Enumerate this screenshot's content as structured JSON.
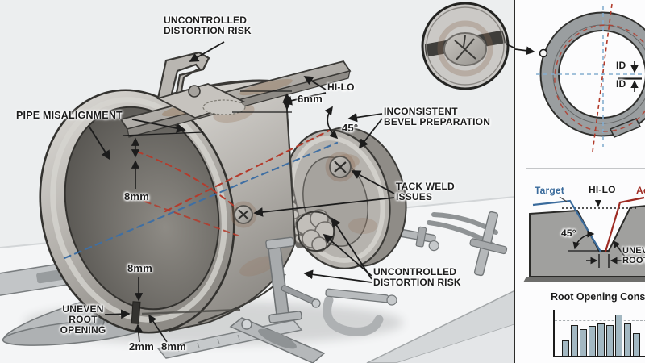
{
  "colors": {
    "label_text": "#1c1c1c",
    "target_blue": "#3a6b9c",
    "actual_red": "#9e2b23",
    "centerline_blue": "#3f6fa3",
    "centerline_red": "#b43b2c",
    "bar_fill": "#a3b8c2",
    "metal_light": "#d8d6d2",
    "metal_dark": "#8c8984"
  },
  "scene": {
    "labels": {
      "distortion_top_1": "UNCONTROLLED",
      "distortion_top_2": "DISTORTION RISK",
      "hi_lo": "HI-LO",
      "dim_6mm": "6mm",
      "pipe_misalignment": "PIPE MISALIGNMENT",
      "bevel_prep_1": "INCONSISTENT",
      "bevel_prep_2": "BEVEL PREPARATION",
      "angle_45": "45°",
      "tack_weld_1": "TACK WELD",
      "tack_weld_2": "ISSUES",
      "dim_8mm_top": "8mm",
      "distortion_bottom_1": "UNCONTROLLED",
      "distortion_bottom_2": "DISTORTION RISK",
      "dim_8mm_mid": "8mm",
      "uneven_root_1": "UNEVEN",
      "uneven_root_2": "ROOT",
      "uneven_root_3": "OPENING",
      "dim_2mm": "2mm",
      "dim_8mm_bottom": "8mm"
    },
    "icons": {
      "tack_weld_crack": "✕"
    }
  },
  "panel": {
    "ring_diagram": {
      "id_top": "ID",
      "id_bottom": "ID"
    },
    "bevel_diagram": {
      "target": "Target",
      "hi_lo": "HI-LO",
      "actual": "Actual",
      "angle_45": "45°",
      "root_1": "UNEVEN",
      "root_2": "ROOT LAND"
    },
    "chart_title": "Root Opening Consistency"
  },
  "chart_data": {
    "type": "bar",
    "title": "Root Opening Consistency",
    "values": [
      33,
      67,
      58,
      65,
      71,
      67,
      89,
      71,
      49
    ],
    "ylim": [
      0,
      100
    ],
    "gridlines_pct": [
      51,
      76
    ],
    "grid": "dashed-horizontal",
    "legend": "none",
    "bar_color": "#a3b8c2"
  }
}
